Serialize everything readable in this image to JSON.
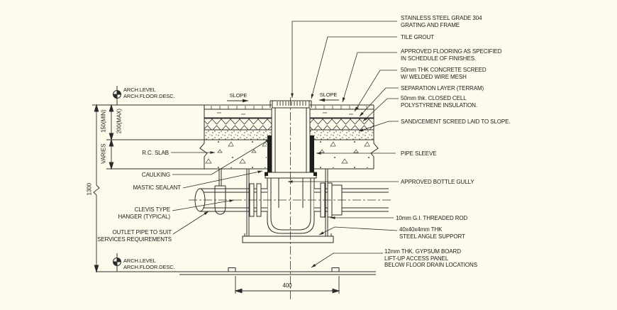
{
  "meta": {
    "background_color": "#FDFBEC",
    "line_color": "#2b2b2b",
    "drawing_type": "floor drain section detail"
  },
  "levels": {
    "top": "ARCH.LEVEL\nARCH.FLOOR.DESC.",
    "bottom": "ARCH.LEVEL\nARCH.FLOOR.DESC."
  },
  "dimensions": {
    "buildup_min": "150(MIN)",
    "buildup_max": "200(MAX)",
    "slab_depth": "VARIES",
    "overall_height": "1300",
    "panel_width": "400"
  },
  "slopes": {
    "left": "SLOPE",
    "right": "SLOPE"
  },
  "annotations": {
    "left": [
      {
        "text": "R.C. SLAB"
      },
      {
        "text": "CAULKING"
      },
      {
        "text": "MASTIC SEALANT"
      },
      {
        "text": "CLEVIS TYPE\nHANGER (TYPICAL)"
      },
      {
        "text": "OUTLET PIPE TO SUIT\nSERVICES REQUIREMENTS"
      }
    ],
    "right": [
      {
        "text": "STAINLESS STEEL GRADE 304\nGRATING AND FRAME"
      },
      {
        "text": "TILE GROUT"
      },
      {
        "text": "APPROVED FLOORING AS SPECIFIED\nIN SCHEDULE OF FINISHES."
      },
      {
        "text": "50mm THK CONCRETE SCREED\nW/ WELDED WIRE MESH"
      },
      {
        "text": "SEPARATION LAYER (TERRAM)"
      },
      {
        "text": "50mm thk.  CLOSED CELL\nPOLYSTYRENE INSULATION."
      },
      {
        "text": "SAND/CEMENT SCREED LAID TO SLOPE."
      },
      {
        "text": "PIPE SLEEVE"
      },
      {
        "text": "APPROVED BOTTLE GULLY"
      },
      {
        "text": "10mm G.I. THREADED ROD"
      },
      {
        "text": "40x40x4mm THK\nSTEEL ANGLE SUPPORT"
      },
      {
        "text": "12mm THK. GYPSUM BOARD\nLIFT-UP ACCESS PANEL\nBELOW FLOOR DRAIN LOCATIONS"
      }
    ]
  }
}
